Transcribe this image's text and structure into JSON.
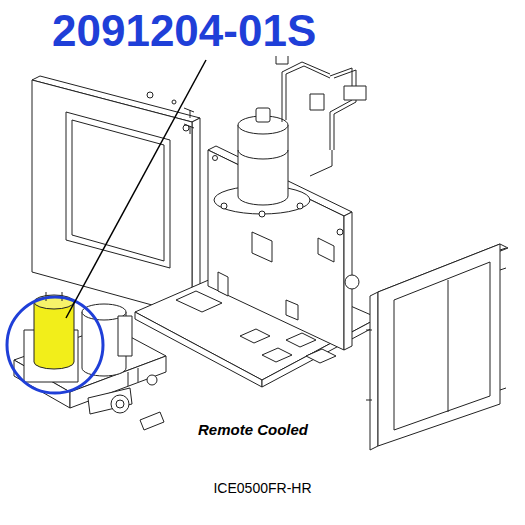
{
  "diagram": {
    "caption": "ICE0500FR-HR",
    "labels": [
      "2091204-01S",
      "Remote Cooled"
    ]
  }
}
